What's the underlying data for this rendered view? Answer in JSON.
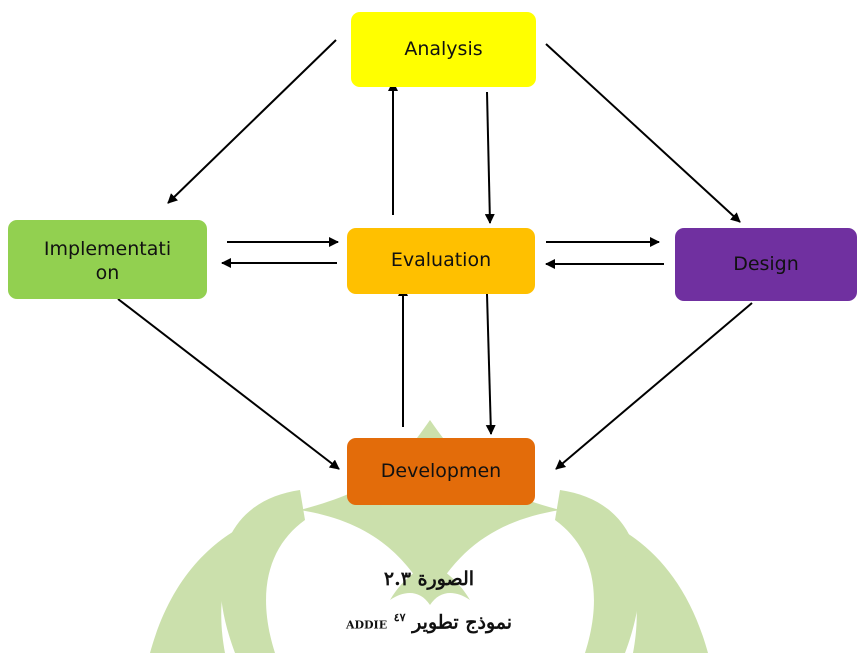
{
  "nodes": {
    "analysis": {
      "label": "Analysis",
      "color": "#ffff00"
    },
    "evaluation": {
      "label": "Evaluation",
      "color": "#ffc000"
    },
    "implementation": {
      "label": "Implementation",
      "color": "#92d050"
    },
    "design": {
      "label": "Design",
      "color": "#7030a0"
    },
    "development": {
      "label": "Developmen",
      "color": "#e36c0a"
    }
  },
  "caption": {
    "figure": "الصورة ٢.٣",
    "title": "نموذج تطوير",
    "acronym": "ADDIE",
    "footnote": "٤٧"
  },
  "watermark_color": "#c9dfa8"
}
